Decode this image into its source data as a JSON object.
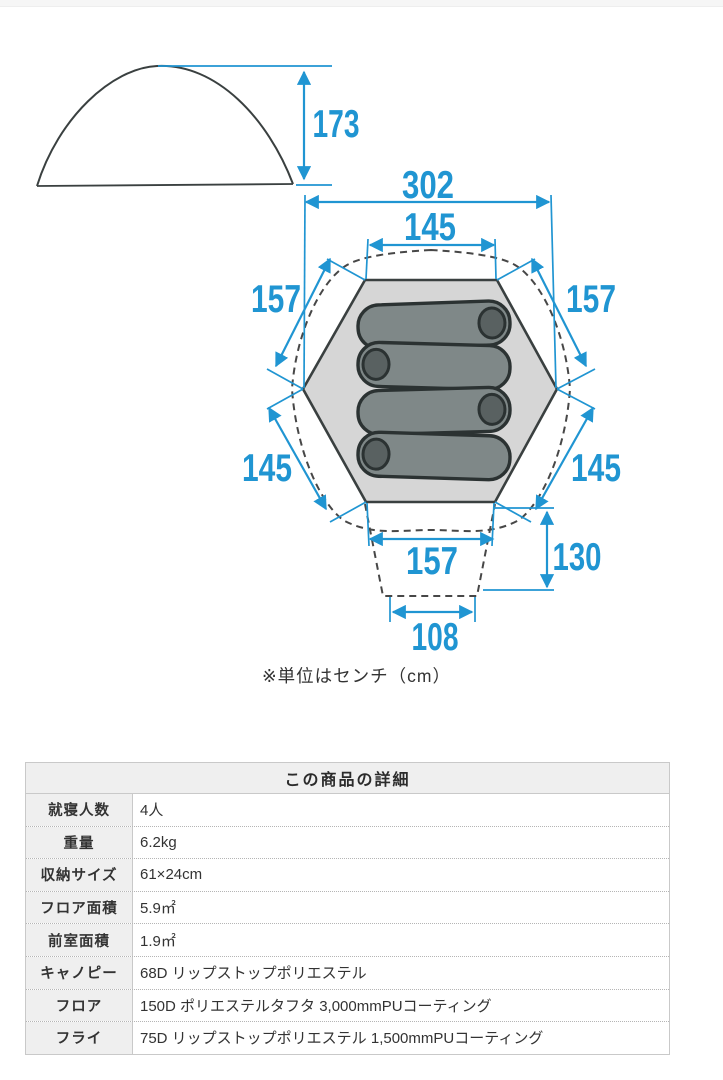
{
  "page": {
    "background": "#ffffff"
  },
  "diagram": {
    "unit_note": "※単位はセンチ（cm）",
    "colors": {
      "accent": "#2095d2",
      "tent_floor": "#d6d6d6",
      "tent_outline": "#3a4040",
      "sleeping_bag": "#7f8888",
      "sleeping_bag_hood": "#596161"
    },
    "side_view": {
      "height": "173"
    },
    "top_view": {
      "total_width": "302",
      "inner_top_width": "145",
      "upper_left_edge": "157",
      "upper_right_edge": "157",
      "lower_left_edge": "145",
      "lower_right_edge": "145",
      "inner_bottom_width": "157",
      "vestibule_depth": "130",
      "vestibule_bottom_width": "108",
      "sleeping_bag_count": 4
    }
  },
  "spec_table": {
    "title": "この商品の詳細",
    "rows": [
      {
        "label": "就寝人数",
        "value": "4人"
      },
      {
        "label": "重量",
        "value": "6.2kg"
      },
      {
        "label": "収納サイズ",
        "value": "61×24cm"
      },
      {
        "label": "フロア面積",
        "value": "5.9㎡"
      },
      {
        "label": "前室面積",
        "value": "1.9㎡"
      },
      {
        "label": "キャノピー",
        "value": "68D リップストップポリエステル"
      },
      {
        "label": "フロア",
        "value": "150D ポリエステルタフタ 3,000mmPUコーティング"
      },
      {
        "label": "フライ",
        "value": "75D リップストップポリエステル 1,500mmPUコーティング"
      }
    ]
  }
}
